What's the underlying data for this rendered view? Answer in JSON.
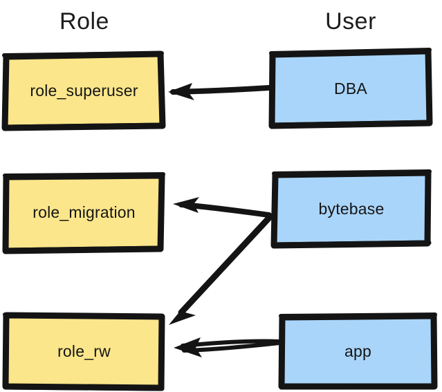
{
  "diagram": {
    "title_columns": {
      "role": "Role",
      "user": "User"
    },
    "colors": {
      "background": "#ffffff",
      "role_fill": "#fbe68b",
      "user_fill": "#a9d5fa",
      "stroke": "#141414",
      "text": "#151515"
    },
    "nodes": [
      {
        "id": "role_superuser",
        "label": "role_superuser",
        "column": "Role",
        "fill": "#fbe68b"
      },
      {
        "id": "role_migration",
        "label": "role_migration",
        "column": "Role",
        "fill": "#fbe68b"
      },
      {
        "id": "role_rw",
        "label": "role_rw",
        "column": "Role",
        "fill": "#fbe68b"
      },
      {
        "id": "dba",
        "label": "DBA",
        "column": "User",
        "fill": "#a9d5fa"
      },
      {
        "id": "bytebase",
        "label": "bytebase",
        "column": "User",
        "fill": "#a9d5fa"
      },
      {
        "id": "app",
        "label": "app",
        "column": "User",
        "fill": "#a9d5fa"
      }
    ],
    "edges": [
      {
        "id": "dba-to-role-superuser",
        "from": "dba",
        "to": "role_superuser",
        "style": "single-stroke"
      },
      {
        "id": "bytebase-to-role-migration",
        "from": "bytebase",
        "to": "role_migration",
        "style": "single-stroke"
      },
      {
        "id": "bytebase-to-role-rw",
        "from": "bytebase",
        "to": "role_rw",
        "style": "single-stroke"
      },
      {
        "id": "app-to-role-rw",
        "from": "app",
        "to": "role_rw",
        "style": "double-stroke"
      }
    ]
  }
}
